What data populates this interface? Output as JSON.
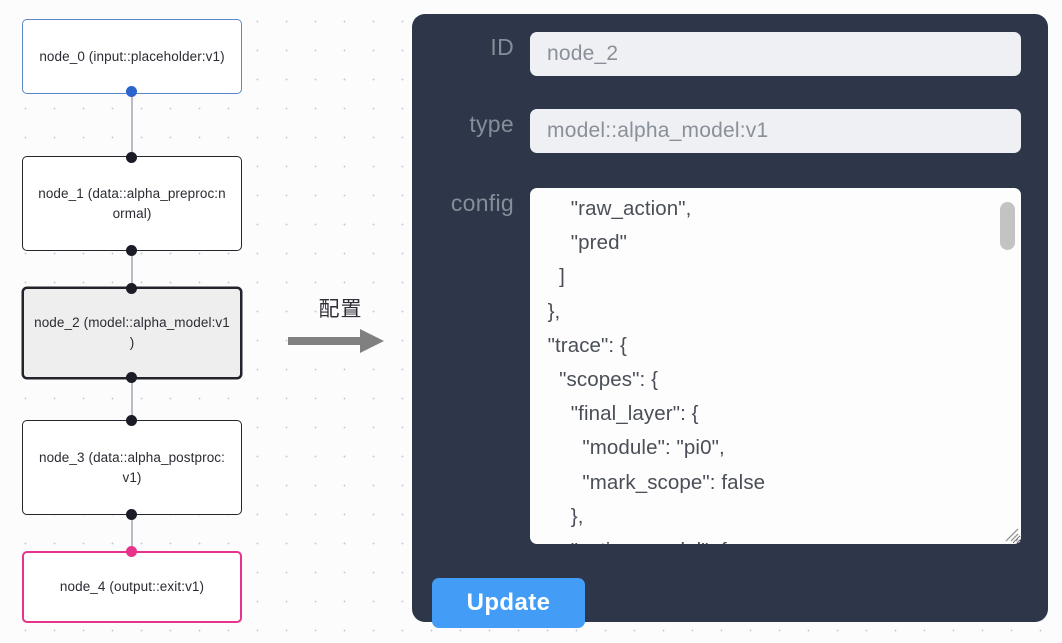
{
  "graph": {
    "nodes": [
      {
        "id": "node_0",
        "label": "node_0\n(input::placeholder:v1)",
        "kind": "input",
        "selected": false
      },
      {
        "id": "node_1",
        "label": "node_1\n(data::alpha_preproc:n\normal)",
        "kind": "default",
        "selected": false
      },
      {
        "id": "node_2",
        "label": "node_2\n(model::alpha_model:v1\n)",
        "kind": "model",
        "selected": true
      },
      {
        "id": "node_3",
        "label": "node_3\n(data::alpha_postproc:\nv1)",
        "kind": "default",
        "selected": false
      },
      {
        "id": "node_4",
        "label": "node_4\n(output::exit:v1)",
        "kind": "output",
        "selected": false
      }
    ],
    "edges": [
      {
        "from": "node_0",
        "to": "node_1"
      },
      {
        "from": "node_1",
        "to": "node_2"
      },
      {
        "from": "node_2",
        "to": "node_3"
      },
      {
        "from": "node_3",
        "to": "node_4"
      }
    ],
    "colors": {
      "input_border": "#5d85cc",
      "output_border": "#e7338c",
      "default_border": "#25252e",
      "selected_fill": "#eeeeee",
      "edge": "#b9bcc4",
      "handle": "#1c1c28",
      "handle_input": "#2a66cc",
      "handle_output": "#e7338c"
    }
  },
  "transition": {
    "caption": "配置",
    "arrow_icon": "right-arrow-icon",
    "arrow_color": "#808080"
  },
  "panel": {
    "background": "#2e3749",
    "fields": [
      {
        "key": "id",
        "label": "ID",
        "value": "node_2"
      },
      {
        "key": "type",
        "label": "type",
        "value": "model::alpha_model:v1"
      },
      {
        "key": "config",
        "label": "config",
        "value": "      \"raw_action\",\n      \"pred\"\n    ]\n  },\n  \"trace\": {\n    \"scopes\": {\n      \"final_layer\": {\n        \"module\": \"pi0\",\n        \"mark_scope\": false\n      },\n      \"action_model\": {"
      }
    ],
    "update_label": "Update",
    "update_color": "#439df7",
    "scrollbar": {
      "visible": true,
      "thumb_color": "#c3c3c3"
    },
    "resize_grip": "resize-grip-icon"
  }
}
